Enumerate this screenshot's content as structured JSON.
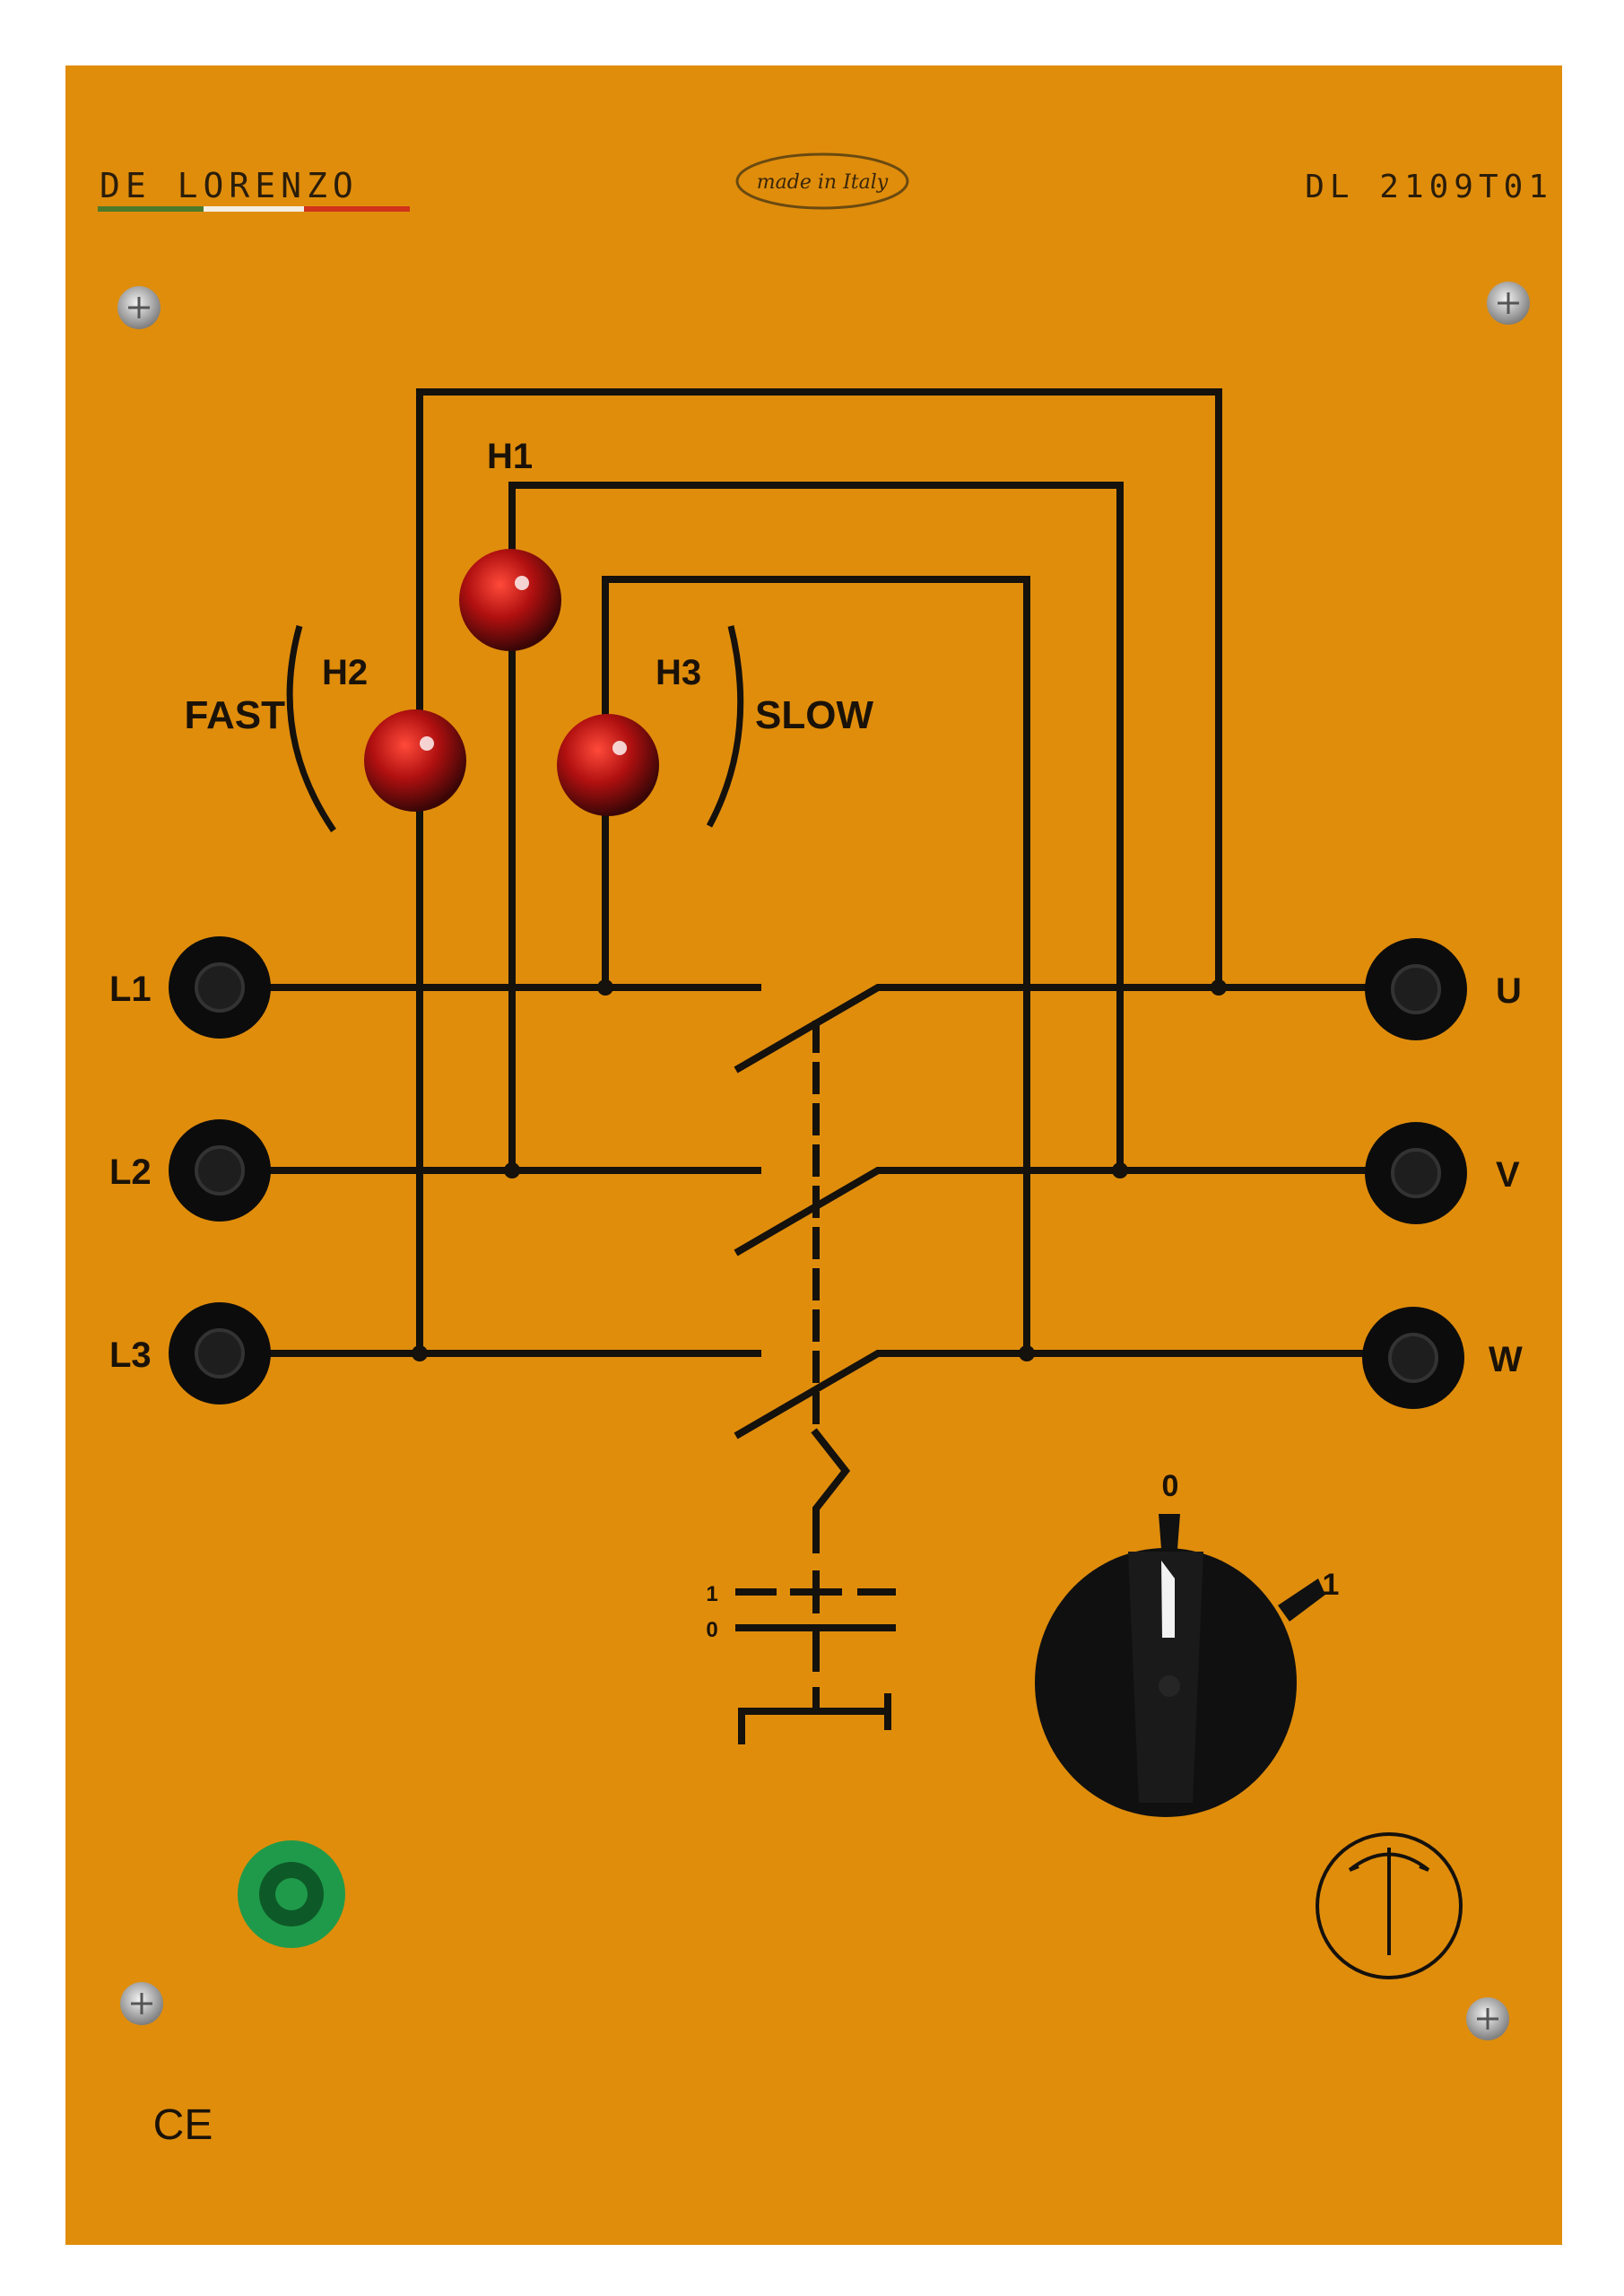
{
  "header": {
    "brand": "DE LORENZO",
    "made_in": "made in Italy",
    "model": "DL 2109T01"
  },
  "lamps": [
    {
      "label": "H1"
    },
    {
      "label": "H2"
    },
    {
      "label": "H3"
    }
  ],
  "speed_labels": {
    "fast": "FAST",
    "slow": "SLOW"
  },
  "inputs": [
    "L1",
    "L2",
    "L3"
  ],
  "outputs": [
    "U",
    "V",
    "W"
  ],
  "switch": {
    "pos_off": "0",
    "pos_on": "1",
    "symbol_on": "1",
    "symbol_off": "0",
    "current_position": "0"
  },
  "marks": {
    "ce": "CE"
  },
  "colors": {
    "panel": "#e08d0c",
    "lamp": "#b01010",
    "ground": "#1f9a4a"
  }
}
